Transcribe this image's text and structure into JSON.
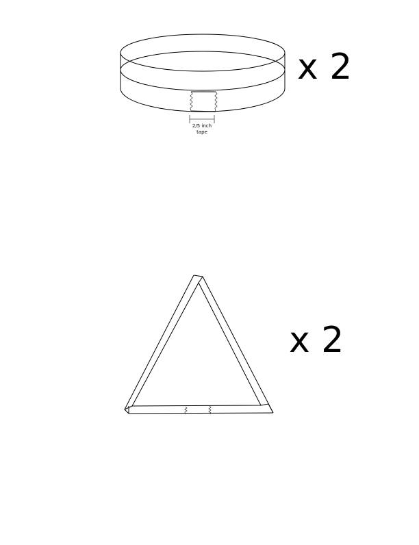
{
  "band_shape": {
    "multiplier_label": "x  2",
    "tape_label_line1": "2/5 inch",
    "tape_label_line2": "tape"
  },
  "triangle_shape": {
    "multiplier_label": "x  2"
  }
}
